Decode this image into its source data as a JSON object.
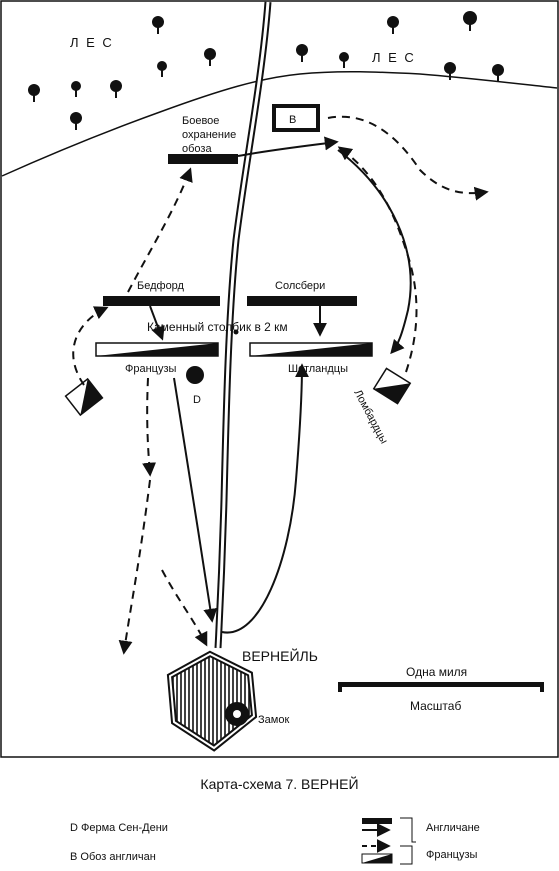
{
  "map": {
    "labels": {
      "forest_left": "Л Е С",
      "forest_right": "Л Е С",
      "wagon_box": "В",
      "guard_line1": "Боевое",
      "guard_line2": "охранение",
      "guard_line3": "обоза",
      "bedford": "Бедфорд",
      "salisbury": "Солсбери",
      "milestone": "Каменный столбик в 2 км",
      "french": "Французы",
      "scots": "Шотландцы",
      "lombards": "Ломбардцы",
      "farm_marker": "D",
      "town": "ВЕРНЕЙЛЬ",
      "castle": "Замок",
      "scale_top": "Одна миля",
      "scale_bottom": "Масштаб"
    }
  },
  "caption": "Карта-схема 7. ВЕРНЕЙ",
  "legend": {
    "farm": "D   Ферма Сен-Дени",
    "wagon": "В   Обоз англичан",
    "english": "Англичане",
    "french": "Французы"
  },
  "colors": {
    "ink": "#111111",
    "paper": "#ffffff"
  }
}
